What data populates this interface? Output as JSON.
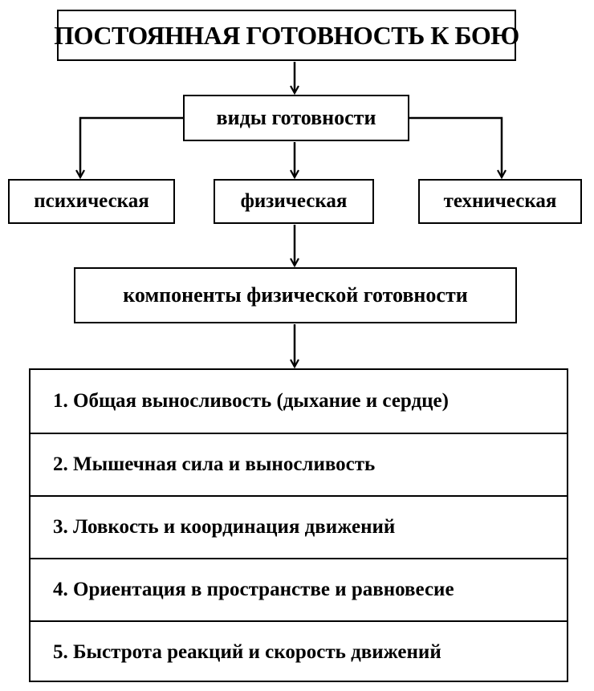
{
  "diagram": {
    "title": "ПОСТОЯННАЯ ГОТОВНОСТЬ К БОЮ",
    "types_header": "виды готовности",
    "types": [
      {
        "label": "психическая"
      },
      {
        "label": "физическая"
      },
      {
        "label": "техническая"
      }
    ],
    "components_header": "компоненты физической готовности",
    "components": [
      {
        "label": "1. Общая выносливость (дыхание и сердце)"
      },
      {
        "label": "2. Мышечная сила и выносливость"
      },
      {
        "label": "3. Ловкость и координация движений"
      },
      {
        "label": "4. Ориентация в пространстве и равновесие"
      },
      {
        "label": "5. Быстрота реакций и скорость движений"
      }
    ],
    "colors": {
      "line": "#000000",
      "background": "#ffffff"
    }
  }
}
